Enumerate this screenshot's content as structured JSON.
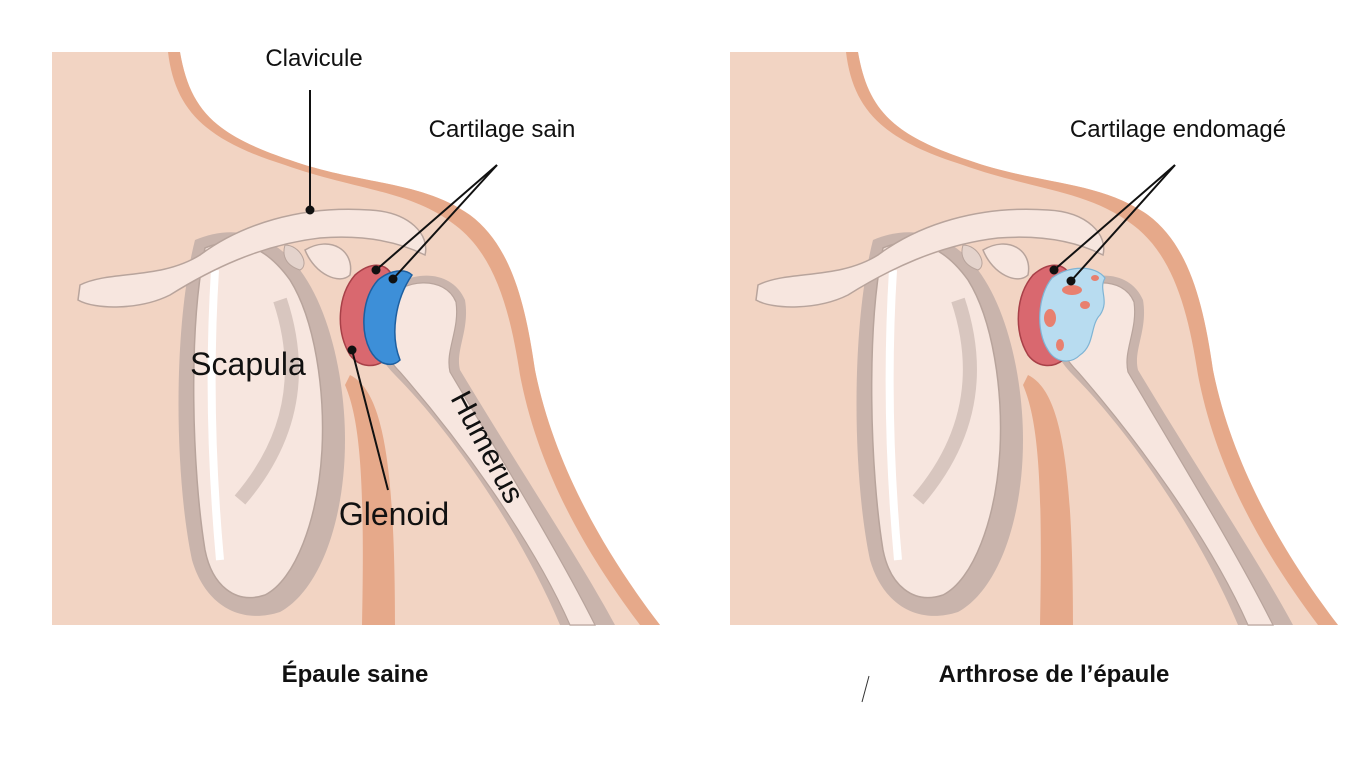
{
  "panels": [
    {
      "title": "Épaule saine",
      "labels": {
        "clavicle": "Clavicule",
        "cartilage": "Cartilage sain",
        "scapula": "Scapula",
        "glenoid": "Glenoid",
        "humerus": "Humerus"
      }
    },
    {
      "title": "Arthrose de l’épaule",
      "labels": {
        "cartilage": "Cartilage endomagé"
      }
    }
  ],
  "colors": {
    "skin": "#f2d4c3",
    "skin_edge": "#e6a98a",
    "bone": "#f7e6df",
    "bone_shadow": "#c9b4ac",
    "glenoid": "#d9686f",
    "cartilage_healthy": "#3d8fd8",
    "cartilage_damaged": "#b8dcf0"
  }
}
